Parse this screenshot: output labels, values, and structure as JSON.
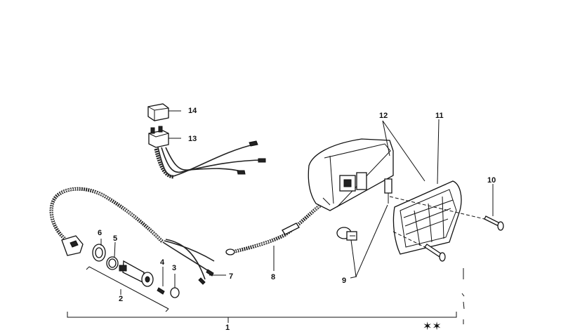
{
  "callouts": [
    {
      "id": "c1",
      "text": "1"
    },
    {
      "id": "c2",
      "text": "2"
    },
    {
      "id": "c3",
      "text": "3"
    },
    {
      "id": "c4",
      "text": "4"
    },
    {
      "id": "c5",
      "text": "5"
    },
    {
      "id": "c6",
      "text": "6"
    },
    {
      "id": "c7",
      "text": "7"
    },
    {
      "id": "c8",
      "text": "8"
    },
    {
      "id": "c9",
      "text": "9"
    },
    {
      "id": "c10",
      "text": "10"
    },
    {
      "id": "c11",
      "text": "11"
    },
    {
      "id": "c12",
      "text": "12"
    },
    {
      "id": "c13",
      "text": "13"
    },
    {
      "id": "c14",
      "text": "14"
    }
  ],
  "marks": {
    "stars": "✶✶"
  }
}
